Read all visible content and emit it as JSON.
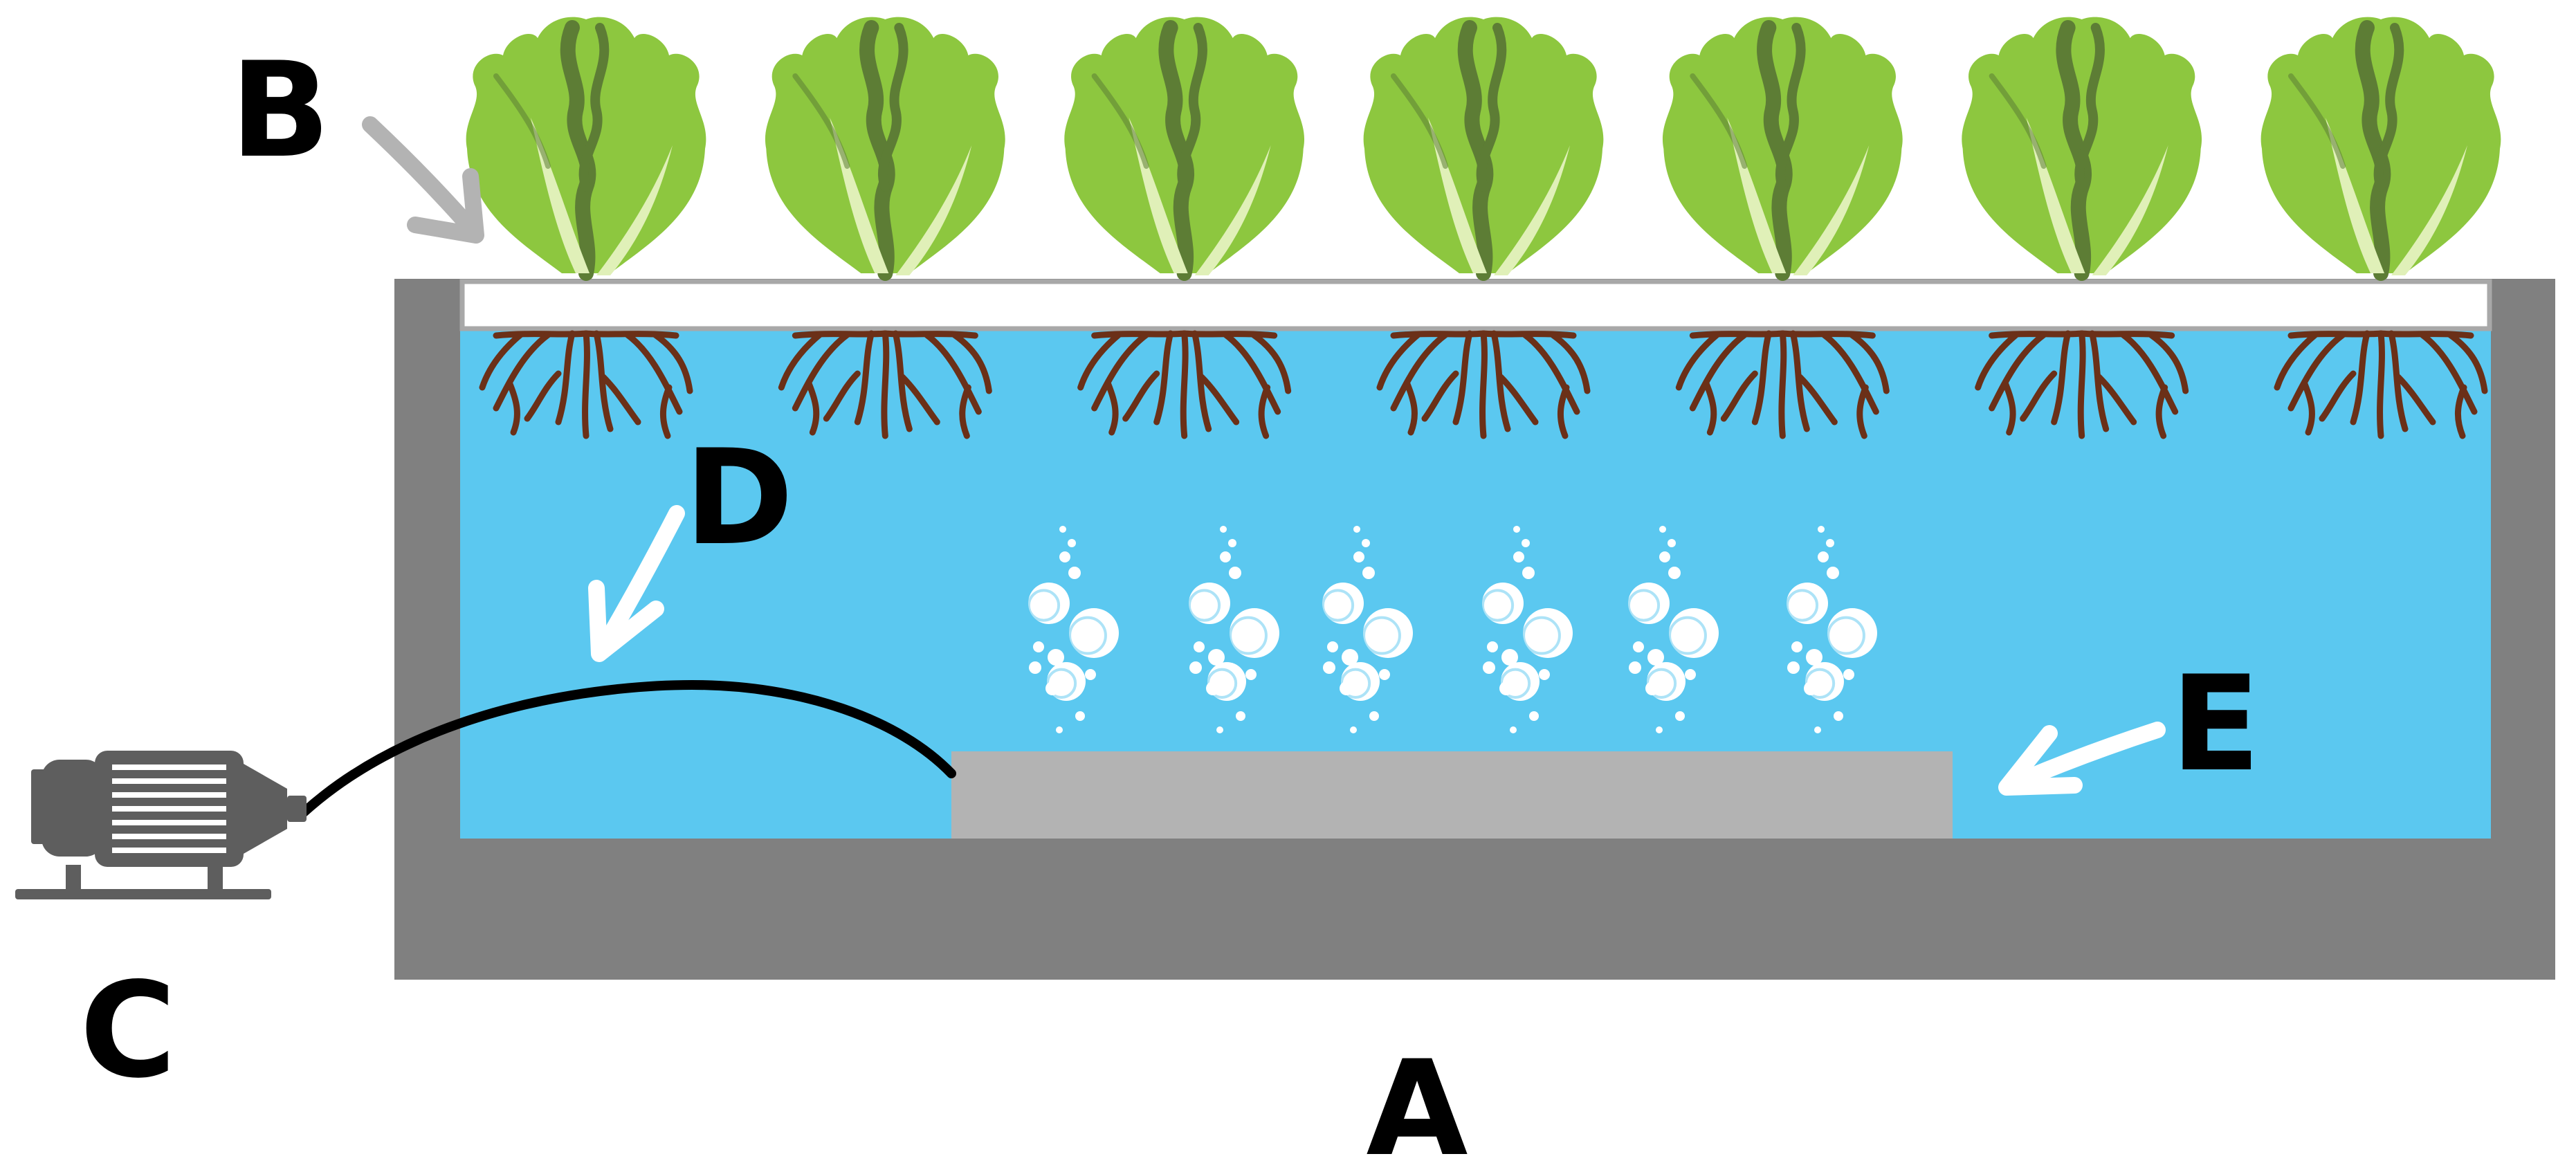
{
  "labels": {
    "a": "A",
    "b": "B",
    "c": "C",
    "d": "D",
    "e": "E"
  },
  "components": {
    "tank": "tank",
    "raft": "floating-raft",
    "pump": "air-pump",
    "tube": "air-tube",
    "air_stone": "air-stone",
    "plant": "lettuce-plant",
    "roots": "plant-roots",
    "bubbles": "air-bubbles"
  },
  "counts": {
    "plants": 7,
    "bubble_clusters": 6
  },
  "colors": {
    "tank": "#808080",
    "water": "#5bc8f0",
    "raft_fill": "#ffffff",
    "raft_edge": "#a8a8a8",
    "air_stone": "#b3b3b3",
    "pump": "#5e5e5e",
    "tube": "#000000",
    "leaf_light": "#8dc73f",
    "leaf_dark": "#5d7d35",
    "leaf_stem": "#e0f0b8",
    "root": "#6b3018",
    "bubble": "#ffffff",
    "arrow_gray": "#b3b3b3",
    "arrow_white": "#ffffff",
    "text": "#000000"
  }
}
